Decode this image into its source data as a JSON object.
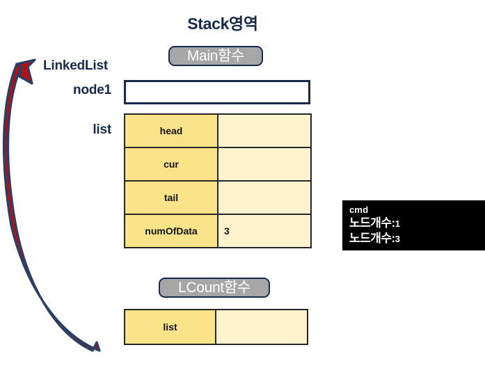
{
  "diagram": {
    "title": "Stack영역",
    "background_color": "#ffffff",
    "accent_navy": "#17294a",
    "arrow_fill": "#b01116",
    "arrow_stroke": "#2c3e63",
    "key_cell_color": "#fbe389",
    "value_cell_color": "#fdf4cf"
  },
  "functions": {
    "main_label": "Main함수",
    "lcount_label": "LCount함수"
  },
  "labels": {
    "linkedlist": "LinkedList",
    "node1": "node1",
    "list": "list"
  },
  "node1_box": {
    "value": ""
  },
  "list_struct": {
    "rows": [
      {
        "key": "head",
        "value": ""
      },
      {
        "key": "cur",
        "value": ""
      },
      {
        "key": "tail",
        "value": ""
      },
      {
        "key": "numOfData",
        "value": "3"
      }
    ]
  },
  "lcount_struct": {
    "rows": [
      {
        "key": "list",
        "value": ""
      }
    ]
  },
  "console": {
    "title": "cmd",
    "lines": [
      {
        "text": "노드개수:",
        "value": "1"
      },
      {
        "text": "노드개수:",
        "value": "3"
      }
    ]
  },
  "arrow": {
    "name": "linkedlist-reference-arrow"
  }
}
